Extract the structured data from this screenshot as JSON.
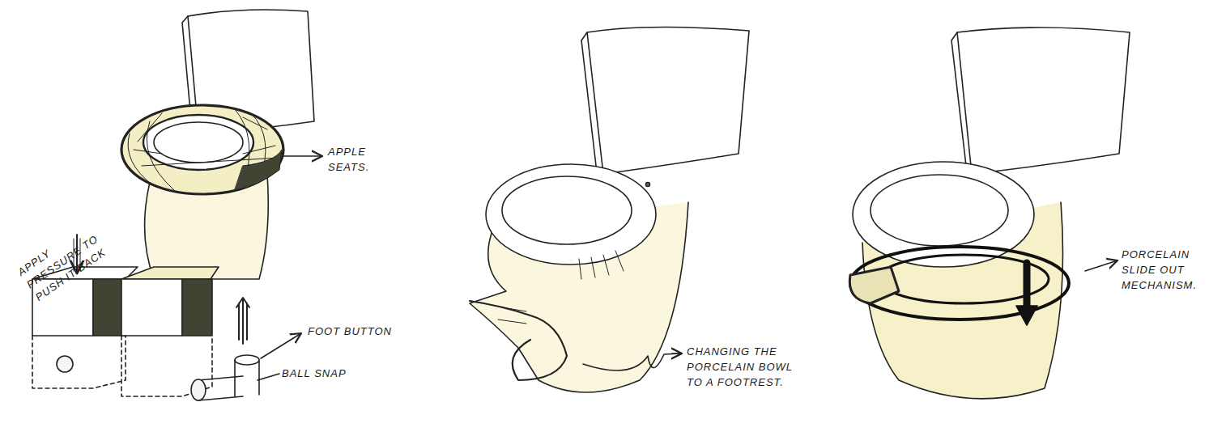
{
  "diagram": {
    "labels": [
      "APPLE SEATS.",
      "APPLY PRESSURE TO PUSH IT BACK",
      "FOOT BUTTON",
      "BALL SNAP",
      "CHANGING THE PORCELAIN BOWL TO A FOOTREST.",
      "PORCELAIN SLIDE OUT MECHANISM."
    ]
  }
}
